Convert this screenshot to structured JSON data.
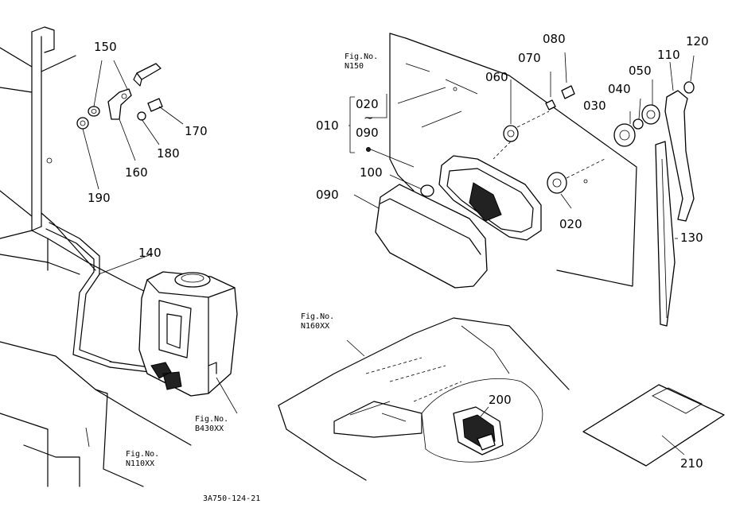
{
  "parts": {
    "p010": "010",
    "p020": "020",
    "p020b": "020",
    "tilde": "~",
    "p030": "030",
    "p040": "040",
    "p050": "050",
    "p060": "060",
    "p070": "070",
    "p080": "080",
    "p090": "090",
    "p090b": "090",
    "p100": "100",
    "p110": "110",
    "p120": "120",
    "p130": "130",
    "p140": "140",
    "p150": "150",
    "p160": "160",
    "p170": "170",
    "p180": "180",
    "p190": "190",
    "p200": "200",
    "p210": "210"
  },
  "figrefs": {
    "n150": {
      "line1": "Fig.No.",
      "line2": "N150"
    },
    "n160xx": {
      "line1": "Fig.No.",
      "line2": "N160XX"
    },
    "b430xx": {
      "line1": "Fig.No.",
      "line2": "B430XX"
    },
    "n110xx": {
      "line1": "Fig.No.",
      "line2": "N110XX"
    }
  },
  "drawing_code": "3A750-124-21"
}
